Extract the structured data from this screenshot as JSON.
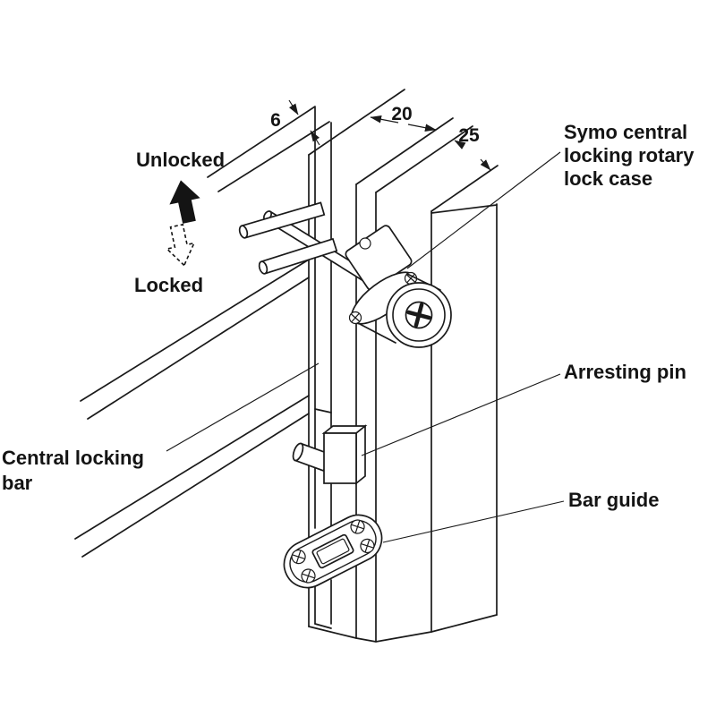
{
  "diagram": {
    "background": "#ffffff",
    "line_color": "#1a1a1a",
    "dimensions": {
      "bar_thickness": "6",
      "edge_distance": "20",
      "backset": "25"
    },
    "states": {
      "unlocked": "Unlocked",
      "locked": "Locked"
    },
    "labels": {
      "lock_case_line1": "Symo central",
      "lock_case_line2": "locking rotary",
      "lock_case_line3": "lock case",
      "arresting_pin": "Arresting pin",
      "central_bar_line1": "Central locking",
      "central_bar_line2": "bar",
      "bar_guide": "Bar guide"
    }
  }
}
